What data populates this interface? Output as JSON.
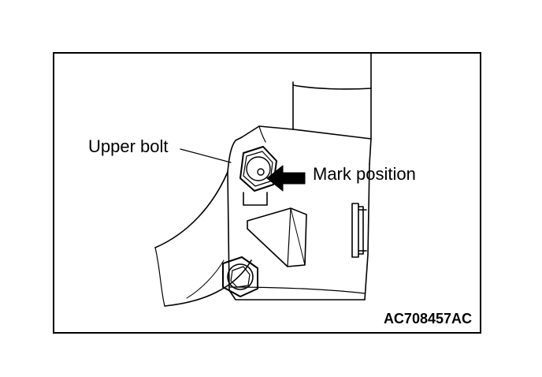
{
  "labels": {
    "upper_bolt": "Upper bolt",
    "mark_position": "Mark position"
  },
  "figure_code": "AC708457AC"
}
